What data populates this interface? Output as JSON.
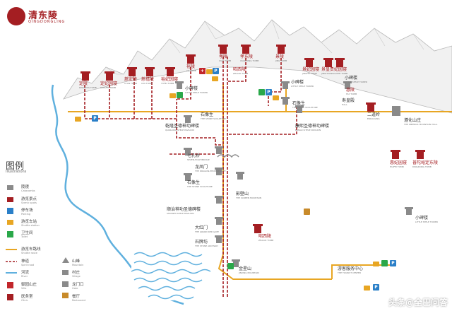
{
  "brand": {
    "title_cn": "清东陵",
    "title_en": "QINGDONGLING"
  },
  "colors": {
    "spirit_road": "#a41e22",
    "tour_road": "#e8a623",
    "river": "#5fb0de",
    "mountain": "#e6e6e6",
    "tomb": "#a41e22",
    "gray": "#9a9a9a"
  },
  "legend": {
    "title": "图例",
    "subtitle": "Illustrations",
    "items": [
      {
        "icon": "tomb-icon",
        "cn": "陵寝",
        "en": "Catacombs"
      },
      {
        "icon": "scenic-spot-icon",
        "cn": "游览景点",
        "en": "Scenic spots"
      },
      {
        "icon": "parking-icon",
        "cn": "停车场",
        "en": "Parking"
      },
      {
        "icon": "bus-stop-icon",
        "cn": "游览车站",
        "en": "Shuttle station"
      },
      {
        "icon": "restroom-icon",
        "cn": "卫生间",
        "en": "Toilet"
      },
      {
        "icon": "tour-route-icon",
        "cn": "游览车路线",
        "en": "Shuttle route"
      },
      {
        "icon": "spirit-road-icon",
        "cn": "神道",
        "en": "Spirit road"
      },
      {
        "icon": "river-icon",
        "cn": "河流",
        "en": "River"
      },
      {
        "icon": "villa-icon",
        "cn": "御园山庄",
        "en": "Villa"
      },
      {
        "icon": "clinic-icon",
        "cn": "医务室",
        "en": "Clinic"
      },
      {
        "icon": "mountain-icon",
        "cn": "山峰",
        "en": "Mountain"
      },
      {
        "icon": "village-icon",
        "cn": "村庄",
        "en": "Village"
      },
      {
        "icon": "gate-icon",
        "cn": "龙门口",
        "en": "Gate"
      },
      {
        "icon": "restaurant-icon",
        "cn": "餐厅",
        "en": "Restaurant"
      }
    ]
  },
  "places": [
    {
      "id": "dingling",
      "cn": "定陵",
      "en": "DINGLING TOMB",
      "red": true
    },
    {
      "id": "dingfei",
      "cn": "定妃园寝",
      "en": "DINGFEI TOMB",
      "red": true
    },
    {
      "id": "ciananling",
      "cn": "慈安陵",
      "en": "CI'AN TOMB",
      "red": true
    },
    {
      "id": "cixiling",
      "cn": "慈禧陵",
      "en": "CIXI TOMB",
      "red": true
    },
    {
      "id": "yufei",
      "cn": "裕妃园寝",
      "en": "YUFEI TOMB",
      "red": true
    },
    {
      "id": "yuling",
      "cn": "裕陵",
      "en": "YU TOMB",
      "red": true
    },
    {
      "id": "xiaoling",
      "cn": "孝陵",
      "en": "XIAO TOMB",
      "red": true
    },
    {
      "id": "xiaodongling",
      "cn": "孝东陵",
      "en": "XIAODONG TOMB",
      "red": true
    },
    {
      "id": "jingling",
      "cn": "景陵",
      "en": "JING TOMB",
      "red": true
    },
    {
      "id": "zhaoxiling",
      "cn": "昭西陵",
      "en": "ZHAOXI TOMB",
      "red": true
    },
    {
      "id": "jingfei",
      "cn": "景妃园寝",
      "en": "JINGFEI TOMB",
      "red": true
    },
    {
      "id": "jinghuangguifei",
      "cn": "景皇贵妃园寝",
      "en": "JINGHUANGGUIFEI TOMB",
      "red": true
    },
    {
      "id": "xiaobeilou",
      "cn": "小碑楼",
      "en": "LITTLE STELE TOWER",
      "red": false
    },
    {
      "id": "xiaobeilou2",
      "cn": "小碑楼",
      "en": "LITTLE STELE TOWER",
      "red": false
    },
    {
      "id": "xiaobeilou3",
      "cn": "小碑楼",
      "en": "LITTLE STELE TOWER",
      "red": false
    },
    {
      "id": "xiaobeilou4",
      "cn": "小碑楼",
      "en": "LITTLE STELE TOWER",
      "red": false
    },
    {
      "id": "huiling",
      "cn": "惠陵",
      "en": "HUI TOMB",
      "red": true
    },
    {
      "id": "huifei",
      "cn": "惠妃园寝",
      "en": "HUIFEI TOMB",
      "red": true
    },
    {
      "id": "erdaoling",
      "cn": "二道岭",
      "en": "ERDAOLING",
      "red": false
    },
    {
      "id": "shixiangsheng1",
      "cn": "石像生",
      "en": "THE STONE SCULPTURE",
      "red": false
    },
    {
      "id": "shixiangsheng2",
      "cn": "石像生",
      "en": "THE STONE SCULPTURE",
      "red": false
    },
    {
      "id": "shixiangsheng3",
      "cn": "石像生",
      "en": "THE STONE SCULPTURE",
      "red": false
    },
    {
      "id": "qianlong_beiting",
      "cn": "乾隆圣德神功碑楼",
      "en": "QIANLONG STELE PAVILION",
      "red": false
    },
    {
      "id": "kangxi_beiting",
      "cn": "康熙圣德神功碑楼",
      "en": "KANGXI STELE PAVILION",
      "red": false
    },
    {
      "id": "qikongqiao",
      "cn": "七孔桥",
      "en": "SEVEN-HOLE BRIDGE",
      "red": false
    },
    {
      "id": "longfengmen",
      "cn": "龙凤门",
      "en": "THE DRAGON-PHOENIX GATE",
      "red": false
    },
    {
      "id": "shunzhi_beiting",
      "cn": "顺治神功圣德碑楼",
      "en": "SHUNZHI STELE PAVILION",
      "red": false
    },
    {
      "id": "yingbishan",
      "cn": "影壁山",
      "en": "THE SCREEN MOUNTAIN",
      "red": false
    },
    {
      "id": "dahongmen",
      "cn": "大红门",
      "en": "THE GRAND RED GATE",
      "red": false
    },
    {
      "id": "shipaifang",
      "cn": "石牌坊",
      "en": "THE STONE ARCHWAY",
      "red": false
    },
    {
      "id": "zhaoxi2",
      "cn": "昭西陵",
      "en": "ZHAOXI TOMB",
      "red": true
    },
    {
      "id": "jinxingshan",
      "cn": "金星山",
      "en": "JINXING MOUNTAIN",
      "red": false
    },
    {
      "id": "visitor_center",
      "cn": "游客服务中心",
      "en": "THE TOURIST CENTER",
      "red": false
    },
    {
      "id": "yuanshanzhuang",
      "cn": "遵化山庄",
      "en": "THE IMPERIAL MOUNTAIN VILLA",
      "red": false
    },
    {
      "id": "dingdongling",
      "cn": "普陀峪定东陵",
      "en": "DINGDONG TOMB",
      "red": true
    },
    {
      "id": "shouzhong",
      "cn": "寿皇殿",
      "en": "HALL",
      "red": false
    }
  ],
  "watermark": "头条@全巴问答"
}
